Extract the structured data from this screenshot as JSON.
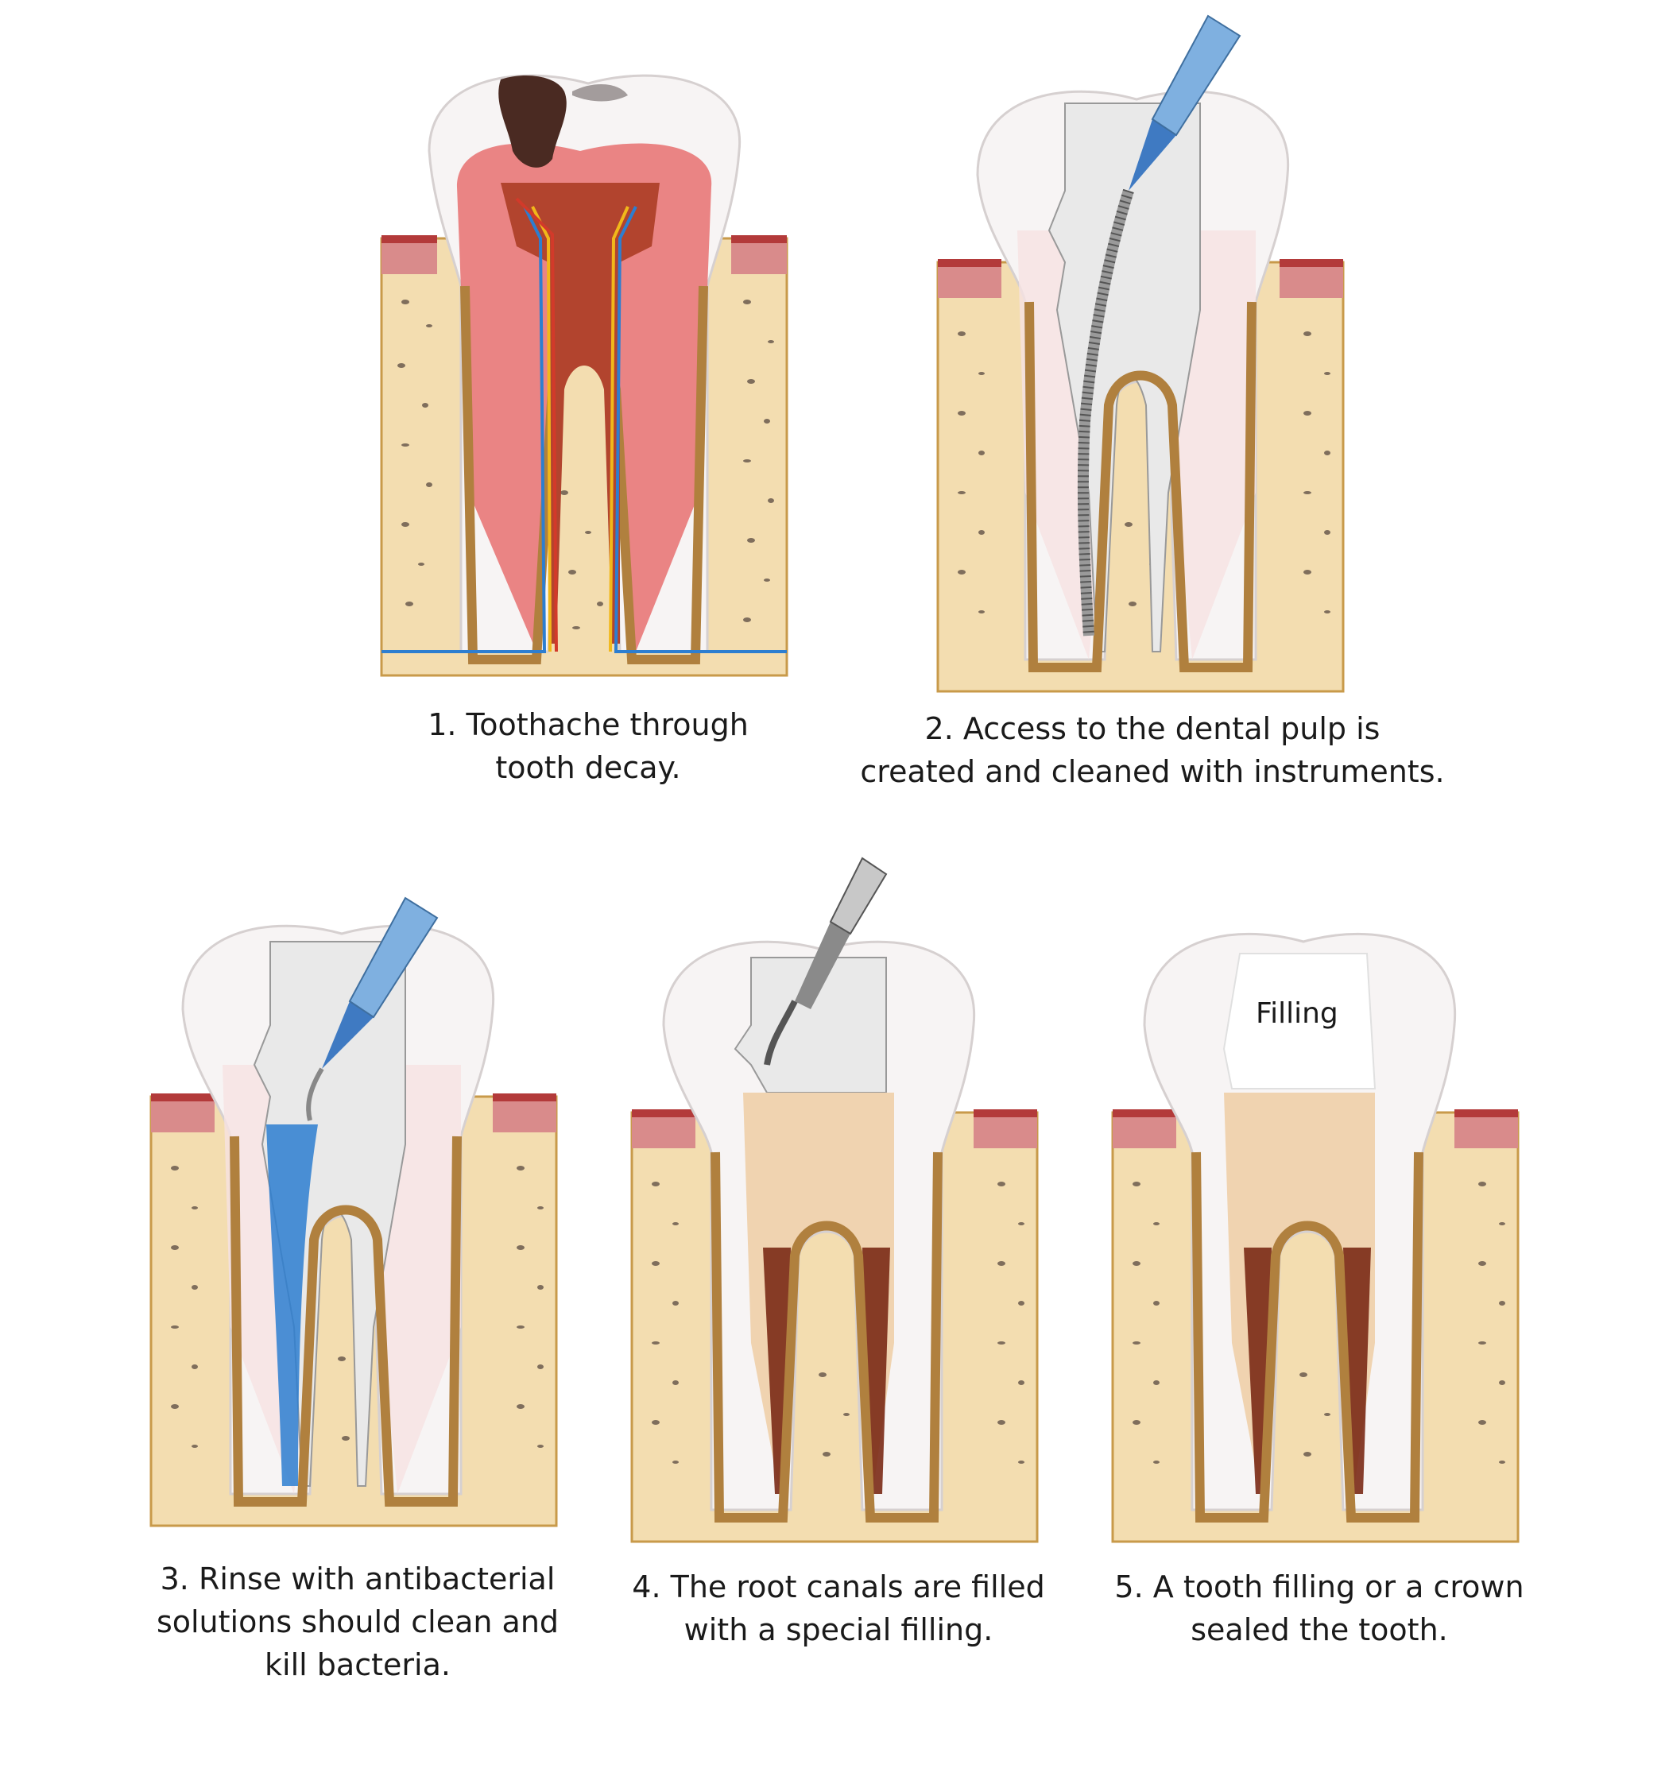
{
  "steps": [
    {
      "caption_line1": "1. Toothache through",
      "caption_line2": "tooth decay.",
      "caption_line3": ""
    },
    {
      "caption_line1": "2. Access to the dental pulp is",
      "caption_line2": "created and cleaned with instruments.",
      "caption_line3": ""
    },
    {
      "caption_line1": "3. Rinse with antibacterial",
      "caption_line2": "solutions should clean and",
      "caption_line3": "kill bacteria."
    },
    {
      "caption_line1": "4. The root canals are filled",
      "caption_line2": "with a special filling.",
      "caption_line3": ""
    },
    {
      "caption_line1": "5. A tooth filling or a crown",
      "caption_line2": "sealed the tooth.",
      "caption_line3": ""
    }
  ],
  "filling_label": "Filling",
  "colors": {
    "bone": "#f3ddb0",
    "bone_dots": "#8a7a66",
    "gum": "#d98b8b",
    "gum_top": "#b33a3a",
    "enamel": "#f7f4f4",
    "dentin": "#f3dcdc",
    "inflamed": "#e06060",
    "root_outline": "#b0803e",
    "yellow_line": "#f1b81a",
    "decay": "#4a2a22",
    "instrument_blue": "#6c9dd0",
    "rinse_blue": "#2d7ed0",
    "canal_filling": "#7a2a16",
    "crown_filling": "#ffffff"
  }
}
